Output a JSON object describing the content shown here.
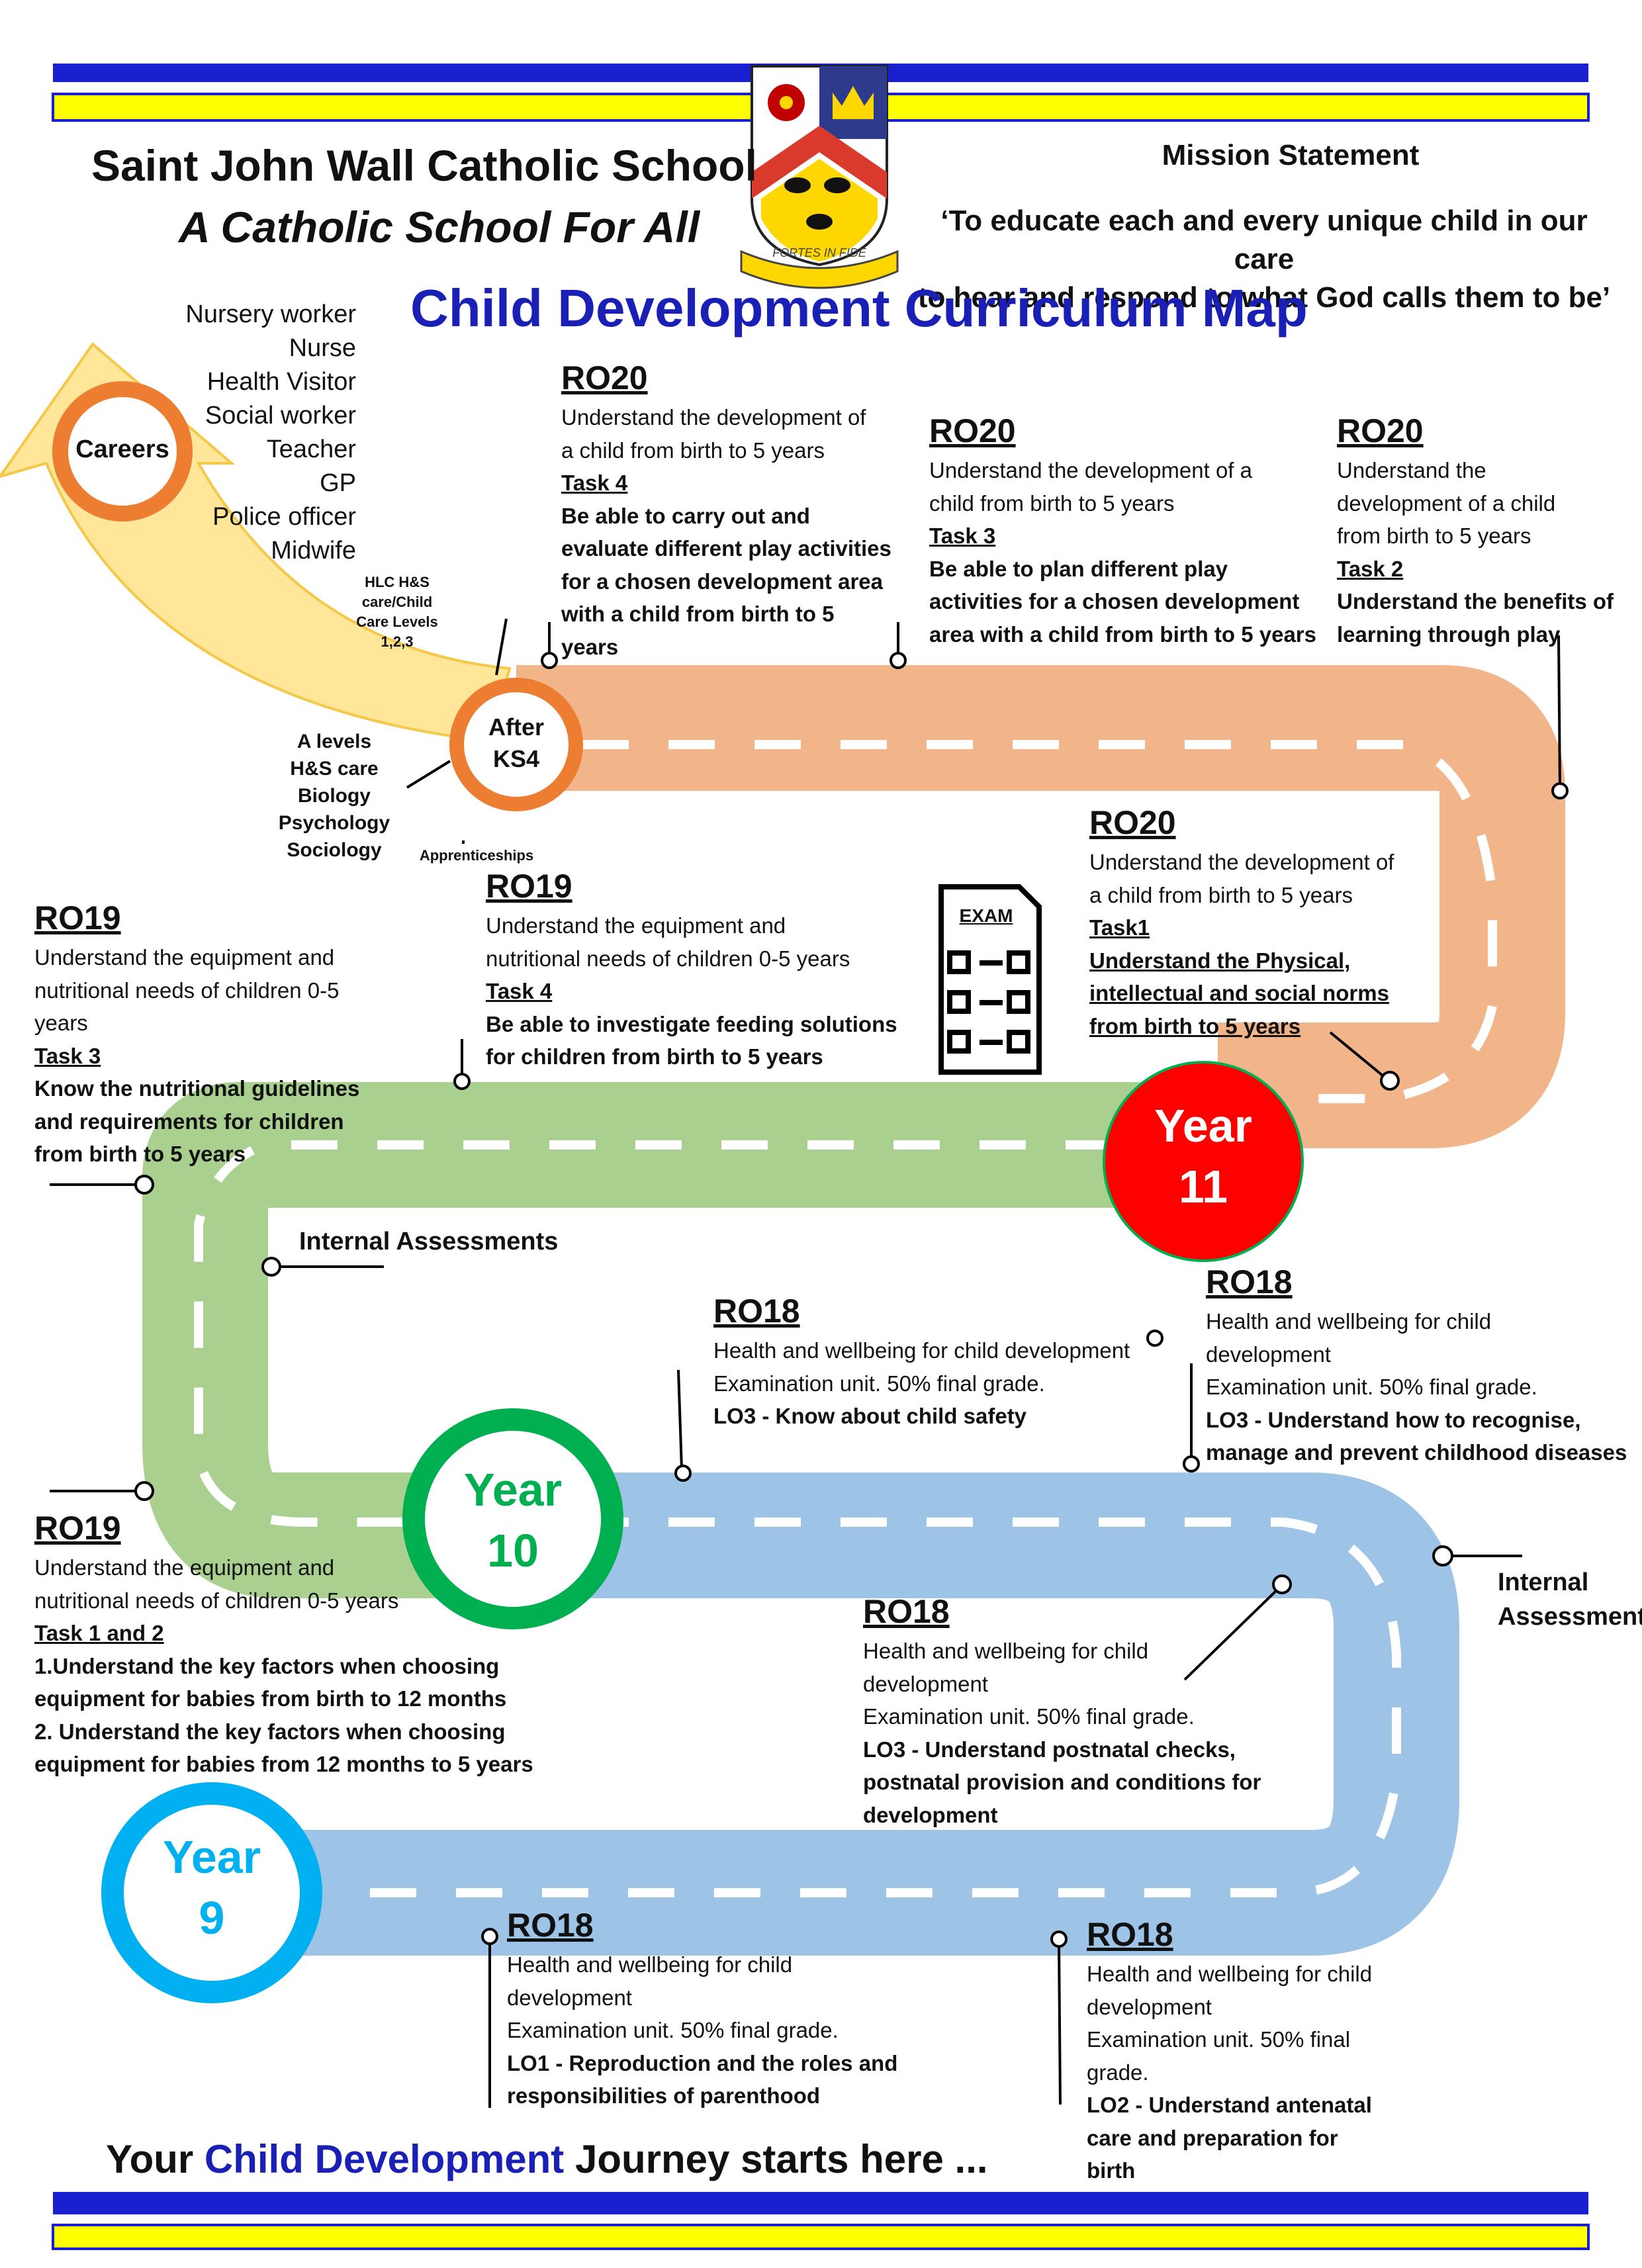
{
  "colors": {
    "banner_blue": "#1a1fd0",
    "banner_yellow": "#ffff00",
    "road_orange": "#f2b489",
    "road_green": "#a9d08e",
    "road_blue": "#9dc3e6",
    "arrow_yellow": "#ffe699",
    "year11": "#ff0000",
    "year10": "#00b050",
    "year9": "#00b0f0",
    "circle_orange": "#ed7d31",
    "title_blue": "#1a1fb6"
  },
  "header": {
    "school_name": "Saint John Wall Catholic School",
    "tagline": "A Catholic School For All",
    "crest_motto": "FORTES IN FIDE",
    "mission_heading": "Mission Statement",
    "mission_line1": "‘To educate each and every unique child in our care",
    "mission_line2": "to hear and respond to what God calls them to be’"
  },
  "title": "Child Development Curriculum Map",
  "careers": {
    "label": "Careers",
    "list": [
      "Nursery worker",
      "Nurse",
      "Health Visitor",
      "Social worker",
      "Teacher",
      "GP",
      "Police officer",
      "Midwife"
    ]
  },
  "after_ks4": {
    "label_line1": "After",
    "label_line2": "KS4",
    "hlc": [
      "HLC H&S",
      "care/Child",
      "Care Levels",
      "1,2,3"
    ],
    "options": [
      "A levels",
      "H&S care",
      "Biology",
      "Psychology",
      "Sociology"
    ],
    "apprenticeships": "Apprenticeships"
  },
  "years": {
    "y11": {
      "word": "Year",
      "num": "11"
    },
    "y10": {
      "word": "Year",
      "num": "10"
    },
    "y9": {
      "word": "Year",
      "num": "9"
    }
  },
  "exam_icon": {
    "label": "EXAM"
  },
  "assessments": {
    "internal_1": "Internal Assessments",
    "internal_2_line1": "Internal",
    "internal_2_line2": "Assessments"
  },
  "units": {
    "ro20_task4": {
      "code": "RO20",
      "lines": [
        "Understand the development of",
        "a child from birth to 5 years"
      ],
      "task": "Task 4",
      "detail": [
        "Be able to carry out and",
        "evaluate different play activities",
        "for a chosen development area",
        "with a child from birth to 5",
        "years"
      ]
    },
    "ro20_task3": {
      "code": "RO20",
      "lines": [
        "Understand the development of a",
        "child from birth to 5 years"
      ],
      "task": "Task 3",
      "detail": [
        "Be able to plan different play",
        "activities for a chosen development",
        "area with a child from birth to 5 years"
      ]
    },
    "ro20_task2": {
      "code": "RO20",
      "lines": [
        "Understand the",
        "development of a child",
        "from birth to 5 years"
      ],
      "task": "Task 2",
      "detail": [
        "Understand the benefits of",
        "learning through play"
      ]
    },
    "ro20_task1": {
      "code": "RO20",
      "lines": [
        "Understand the development of",
        "a child from birth to 5 years"
      ],
      "task": "Task1",
      "detail": [
        "Understand the Physical,",
        "intellectual and social norms",
        "from birth to 5 years"
      ]
    },
    "ro19_task4": {
      "code": "RO19",
      "lines": [
        "Understand the equipment and",
        "nutritional needs of children 0-5 years"
      ],
      "task": "Task 4",
      "detail": [
        "Be able to investigate feeding solutions",
        "for children from birth to 5 years"
      ]
    },
    "ro19_task3": {
      "code": "RO19",
      "lines": [
        "Understand the equipment and",
        "nutritional needs of children 0-5",
        "years"
      ],
      "task": "Task 3",
      "detail": [
        "Know the nutritional guidelines",
        "and requirements for children",
        "from birth to 5 years"
      ]
    },
    "ro19_task12": {
      "code": "RO19",
      "lines": [
        "Understand the equipment and",
        "nutritional needs of children 0-5 years"
      ],
      "task": "Task 1 and 2",
      "detail": [
        "1.Understand the key factors when choosing",
        "equipment for babies from birth to 12 months",
        "2. Understand the key factors when choosing",
        "equipment for babies from 12 months to 5 years"
      ]
    },
    "ro18_lo3_safety": {
      "code": "RO18",
      "lines": [
        "Health and wellbeing for child development",
        "Examination unit. 50% final grade."
      ],
      "detail": [
        "LO3 - Know about child safety"
      ]
    },
    "ro18_lo3_diseases": {
      "code": "RO18",
      "lines": [
        "Health and wellbeing for child",
        "development",
        "Examination unit. 50% final grade."
      ],
      "detail": [
        "LO3 - Understand how to recognise,",
        "manage and prevent childhood diseases"
      ]
    },
    "ro18_lo3_postnatal": {
      "code": "RO18",
      "lines": [
        "Health and wellbeing for child",
        "development",
        "Examination unit. 50% final grade."
      ],
      "detail": [
        "LO3 - Understand postnatal checks,",
        "postnatal provision and conditions for",
        "development"
      ]
    },
    "ro18_lo1": {
      "code": "RO18",
      "lines": [
        "Health and wellbeing for child",
        "development",
        "Examination unit. 50% final grade."
      ],
      "detail": [
        "LO1 - Reproduction and the roles and",
        "responsibilities of parenthood"
      ]
    },
    "ro18_lo2": {
      "code": "RO18",
      "lines": [
        "Health and wellbeing for child",
        "development",
        "Examination unit. 50% final",
        "grade."
      ],
      "detail": [
        "LO2 - Understand antenatal",
        "care and preparation for",
        "birth"
      ]
    }
  },
  "footer": {
    "part1": "Your ",
    "part2": "Child Development",
    "part3": " Journey starts here ..."
  }
}
